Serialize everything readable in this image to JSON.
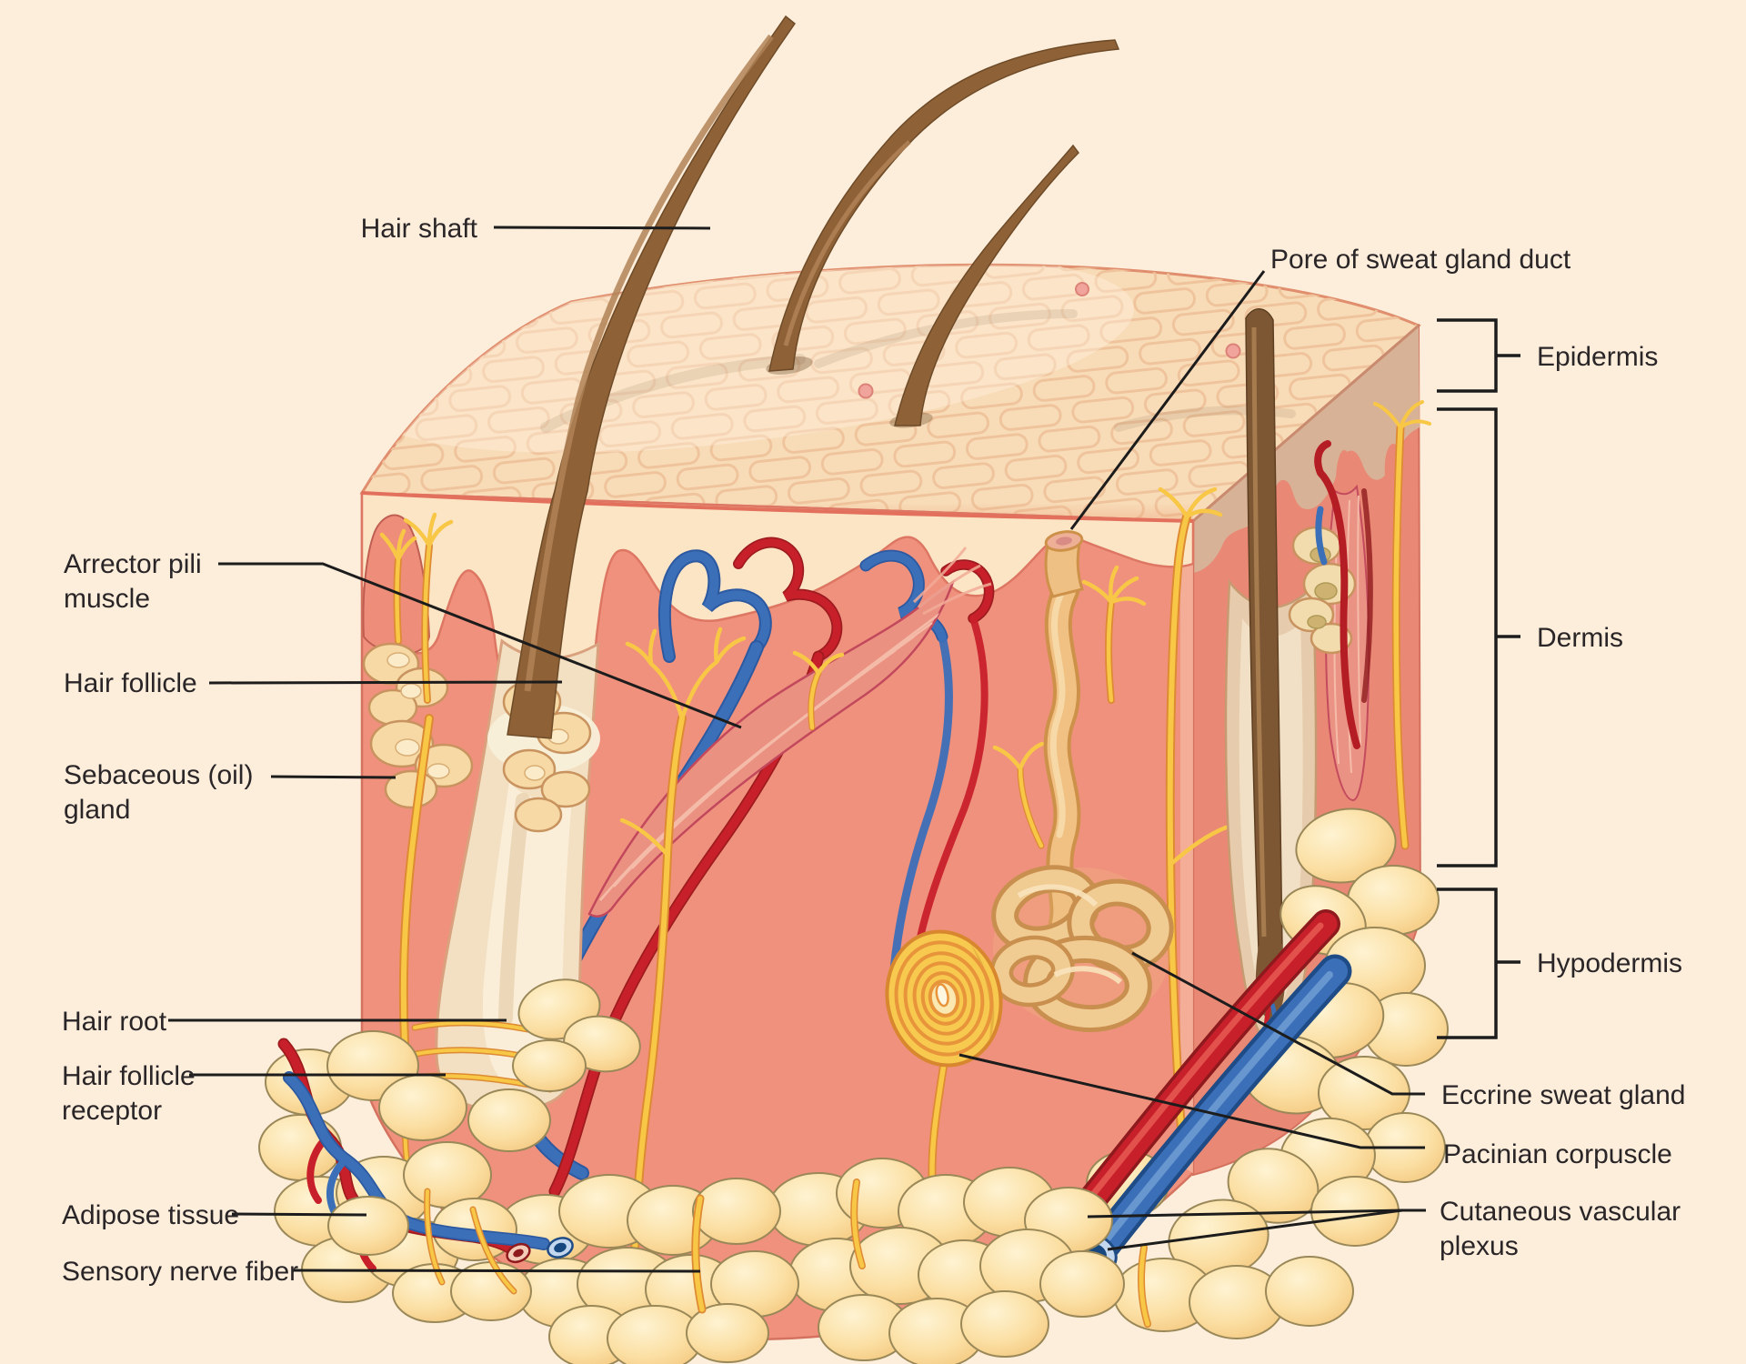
{
  "figure": {
    "type": "anatomical-cross-section-diagram",
    "subject": "Layers and structures of human skin",
    "labels": {
      "hair_shaft": "Hair shaft",
      "arrector_pili": [
        "Arrector pili",
        "muscle"
      ],
      "hair_follicle": "Hair follicle",
      "sebaceous_gland": [
        "Sebaceous (oil)",
        "gland"
      ],
      "hair_root": "Hair root",
      "hair_follicle_receptor": [
        "Hair follicle",
        "receptor"
      ],
      "adipose_tissue": "Adipose tissue",
      "sensory_nerve_fiber": "Sensory nerve fiber",
      "pore_of_sweat_gland_duct": "Pore of sweat gland duct",
      "epidermis": "Epidermis",
      "dermis": "Dermis",
      "hypodermis": "Hypodermis",
      "eccrine_sweat_gland": "Eccrine sweat gland",
      "pacinian_corpuscle": "Pacinian corpuscle",
      "cutaneous_vascular_plexus": [
        "Cutaneous vascular",
        "plexus"
      ]
    },
    "layers_bracketed": [
      "Epidermis",
      "Dermis",
      "Hypodermis"
    ],
    "colors": {
      "background": "#FDEEDC",
      "skin_surface": "#F8DCB8",
      "surface_cells": "#EFC49C",
      "epidermis_band": "#FBE5C5",
      "epidermis_edge": "#DD7763",
      "dermis_front": "#F0917D",
      "dermis_side": "#E98874",
      "epidermis_side_cut": "#D8B296",
      "adipose": "#FBDFA3",
      "hair": "#8E6137",
      "follicle_sheath": "#F3E0C2",
      "artery_red": "#C8202B",
      "vein_blue": "#3B6FB8",
      "nerve_yellow": "#F8C746",
      "muscle": "#EB9181",
      "gland_cream": "#F6D9A4",
      "sweat_duct": "#EFC083",
      "leader_line": "#1C1C1C",
      "label_text": "#2A2527"
    }
  }
}
